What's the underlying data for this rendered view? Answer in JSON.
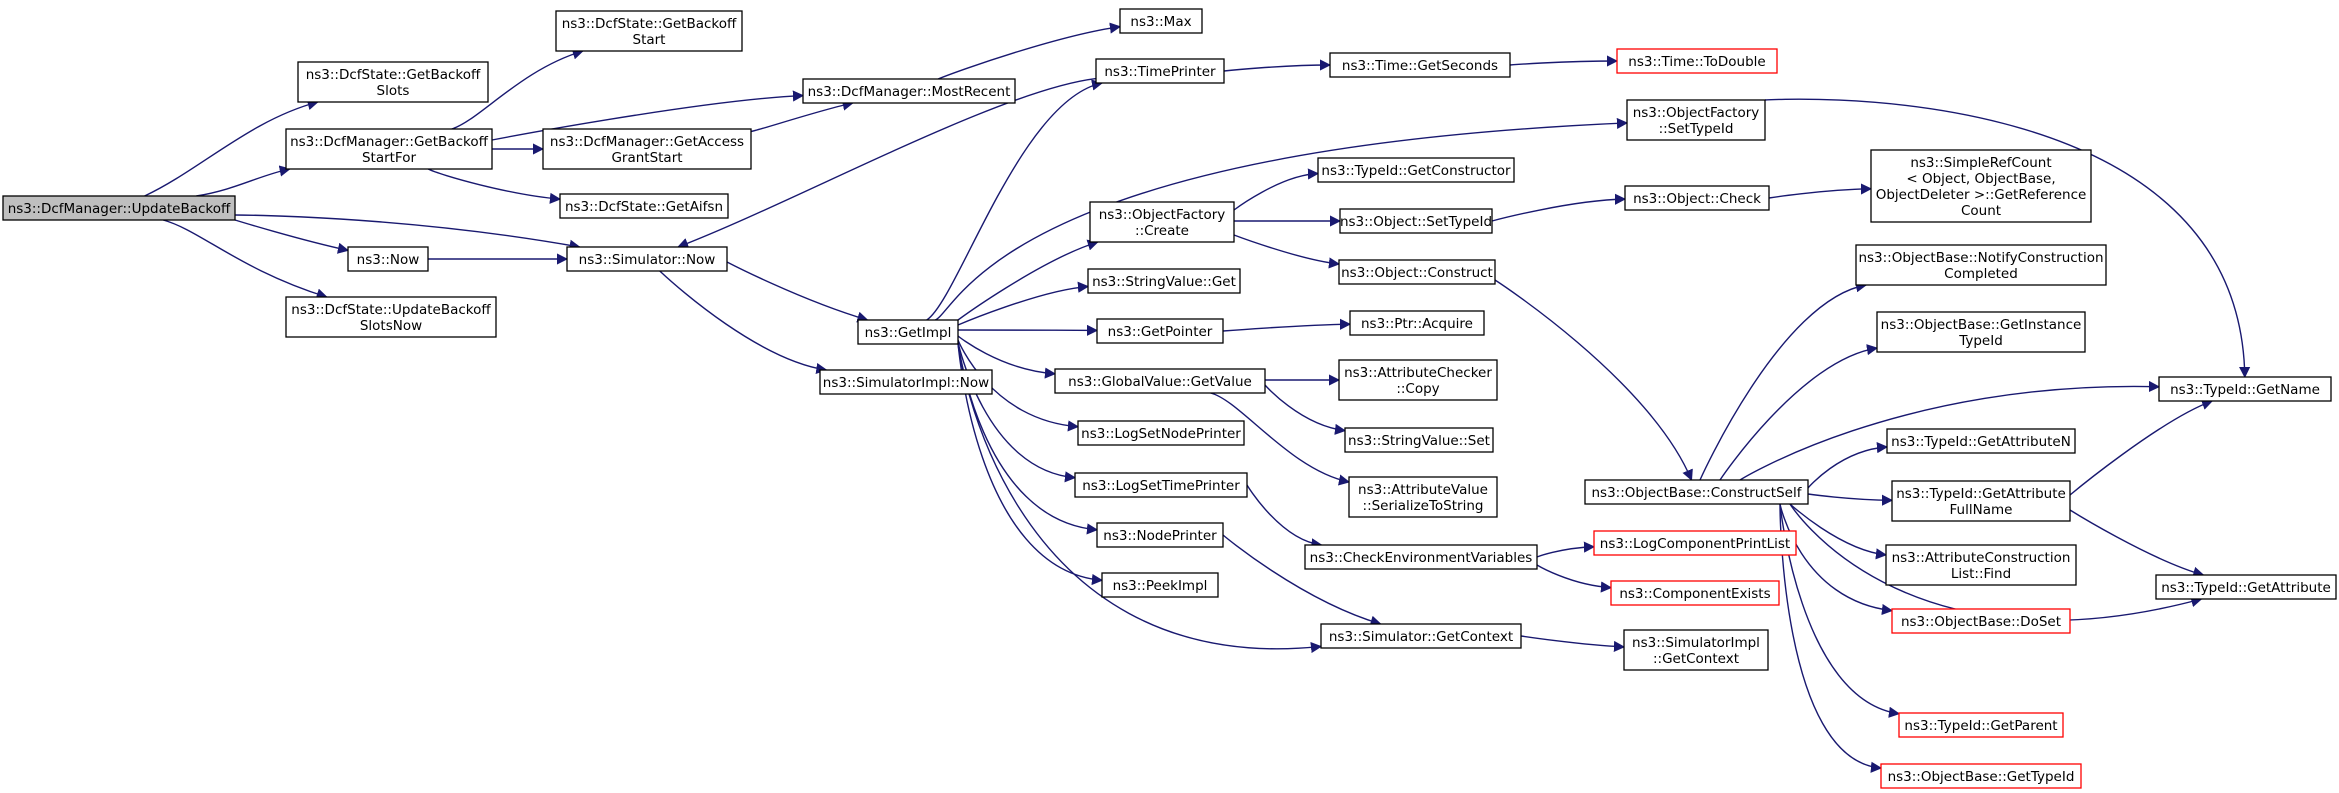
{
  "diagram": {
    "type": "call-graph",
    "edge_color": "#191970",
    "root_fill": "#bfbfbf",
    "external_border": "#ff0000",
    "nodes": [
      {
        "id": "n0",
        "lines": [
          "ns3::DcfManager::UpdateBackoff"
        ],
        "style": "root"
      },
      {
        "id": "n1",
        "lines": [
          "ns3::DcfState::GetBackoff",
          "Slots"
        ]
      },
      {
        "id": "n2",
        "lines": [
          "ns3::DcfManager::GetBackoff",
          "StartFor"
        ]
      },
      {
        "id": "n3",
        "lines": [
          "ns3::Simulator::Now"
        ]
      },
      {
        "id": "n4",
        "lines": [
          "ns3::Now"
        ]
      },
      {
        "id": "n5",
        "lines": [
          "ns3::DcfState::UpdateBackoff",
          "SlotsNow"
        ]
      },
      {
        "id": "n6",
        "lines": [
          "ns3::DcfState::GetBackoff",
          "Start"
        ]
      },
      {
        "id": "n7",
        "lines": [
          "ns3::DcfManager::MostRecent"
        ]
      },
      {
        "id": "n8",
        "lines": [
          "ns3::DcfManager::GetAccess",
          "GrantStart"
        ]
      },
      {
        "id": "n9",
        "lines": [
          "ns3::DcfState::GetAifsn"
        ]
      },
      {
        "id": "n10",
        "lines": [
          "ns3::Max"
        ]
      },
      {
        "id": "n11",
        "lines": [
          "ns3::GetImpl"
        ]
      },
      {
        "id": "n12",
        "lines": [
          "ns3::SimulatorImpl::Now"
        ]
      },
      {
        "id": "n13",
        "lines": [
          "ns3::TimePrinter"
        ]
      },
      {
        "id": "n14",
        "lines": [
          "ns3::ObjectFactory",
          "::Create"
        ]
      },
      {
        "id": "n15",
        "lines": [
          "ns3::StringValue::Get"
        ]
      },
      {
        "id": "n16",
        "lines": [
          "ns3::GetPointer"
        ]
      },
      {
        "id": "n17",
        "lines": [
          "ns3::GlobalValue::GetValue"
        ]
      },
      {
        "id": "n18",
        "lines": [
          "ns3::LogSetNodePrinter"
        ]
      },
      {
        "id": "n19",
        "lines": [
          "ns3::LogSetTimePrinter"
        ]
      },
      {
        "id": "n20",
        "lines": [
          "ns3::NodePrinter"
        ]
      },
      {
        "id": "n21",
        "lines": [
          "ns3::PeekImpl"
        ]
      },
      {
        "id": "n22",
        "lines": [
          "ns3::Time::GetSeconds"
        ]
      },
      {
        "id": "n23",
        "lines": [
          "ns3::Time::ToDouble"
        ],
        "style": "ext"
      },
      {
        "id": "n24",
        "lines": [
          "ns3::ObjectFactory",
          "::SetTypeId"
        ]
      },
      {
        "id": "n25",
        "lines": [
          "ns3::TypeId::GetConstructor"
        ]
      },
      {
        "id": "n26",
        "lines": [
          "ns3::Object::SetTypeId"
        ]
      },
      {
        "id": "n27",
        "lines": [
          "ns3::Object::Construct"
        ]
      },
      {
        "id": "n28",
        "lines": [
          "ns3::Ptr::Acquire"
        ]
      },
      {
        "id": "n29",
        "lines": [
          "ns3::AttributeChecker",
          "::Copy"
        ]
      },
      {
        "id": "n30",
        "lines": [
          "ns3::StringValue::Set"
        ]
      },
      {
        "id": "n31",
        "lines": [
          "ns3::AttributeValue",
          "::SerializeToString"
        ]
      },
      {
        "id": "n32",
        "lines": [
          "ns3::CheckEnvironmentVariables"
        ]
      },
      {
        "id": "n33",
        "lines": [
          "ns3::Simulator::GetContext"
        ]
      },
      {
        "id": "n34",
        "lines": [
          "ns3::Object::Check"
        ]
      },
      {
        "id": "n35",
        "lines": [
          "ns3::ObjectBase::ConstructSelf"
        ]
      },
      {
        "id": "n36",
        "lines": [
          "ns3::LogComponentPrintList"
        ],
        "style": "ext"
      },
      {
        "id": "n37",
        "lines": [
          "ns3::ComponentExists"
        ],
        "style": "ext"
      },
      {
        "id": "n38",
        "lines": [
          "ns3::SimulatorImpl",
          "::GetContext"
        ]
      },
      {
        "id": "n39",
        "lines": [
          "ns3::SimpleRefCount",
          "< Object, ObjectBase,",
          "ObjectDeleter >::GetReference",
          "Count"
        ]
      },
      {
        "id": "n40",
        "lines": [
          "ns3::ObjectBase::NotifyConstruction",
          "Completed"
        ]
      },
      {
        "id": "n41",
        "lines": [
          "ns3::ObjectBase::GetInstance",
          "TypeId"
        ]
      },
      {
        "id": "n42",
        "lines": [
          "ns3::TypeId::GetAttributeN"
        ]
      },
      {
        "id": "n43",
        "lines": [
          "ns3::TypeId::GetAttribute",
          "FullName"
        ]
      },
      {
        "id": "n44",
        "lines": [
          "ns3::AttributeConstruction",
          "List::Find"
        ]
      },
      {
        "id": "n45",
        "lines": [
          "ns3::ObjectBase::DoSet"
        ],
        "style": "ext"
      },
      {
        "id": "n46",
        "lines": [
          "ns3::TypeId::GetParent"
        ],
        "style": "ext"
      },
      {
        "id": "n47",
        "lines": [
          "ns3::ObjectBase::GetTypeId"
        ],
        "style": "ext"
      },
      {
        "id": "n48",
        "lines": [
          "ns3::TypeId::GetName"
        ]
      },
      {
        "id": "n49",
        "lines": [
          "ns3::TypeId::GetAttribute"
        ]
      }
    ]
  }
}
